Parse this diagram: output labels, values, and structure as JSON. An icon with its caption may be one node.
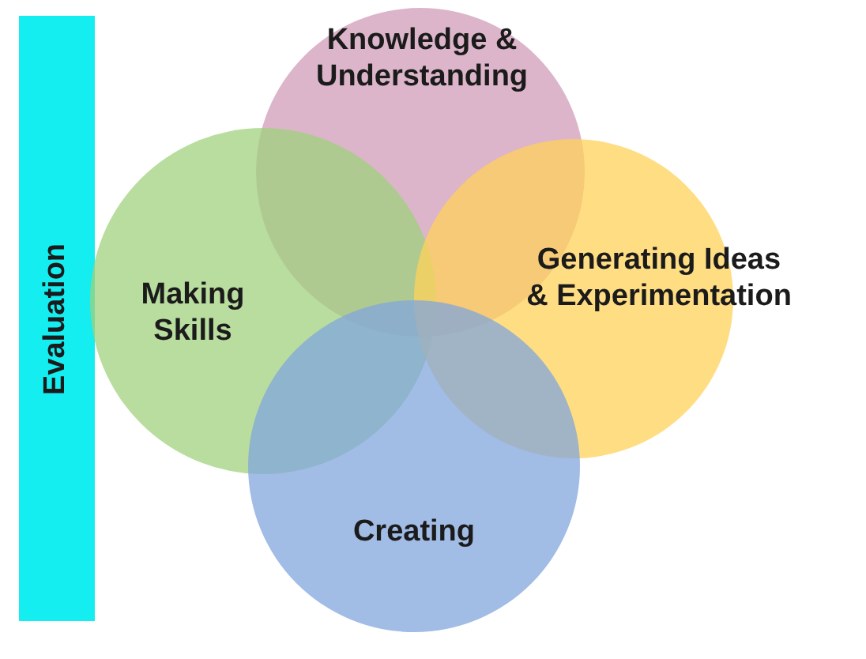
{
  "diagram": {
    "nodes": [
      {
        "text": [
          "Evaluation"
        ]
      },
      {
        "text": [
          "Knowledge & Understanding"
        ]
      },
      {
        "text": [
          "Making Skills"
        ]
      },
      {
        "text": [
          "Generating Ideas & Experimentation"
        ]
      },
      {
        "text": [
          "Creating"
        ]
      }
    ]
  }
}
